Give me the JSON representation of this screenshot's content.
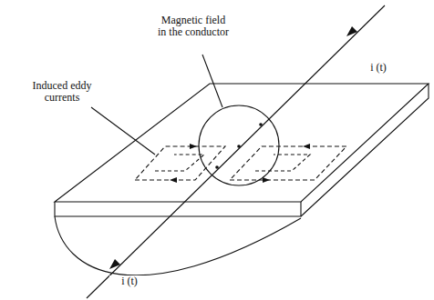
{
  "diagram": {
    "labels": [
      "Magnetic field in the conductor",
      "Induced eddy currents",
      "i (t)",
      "i (t)"
    ]
  }
}
